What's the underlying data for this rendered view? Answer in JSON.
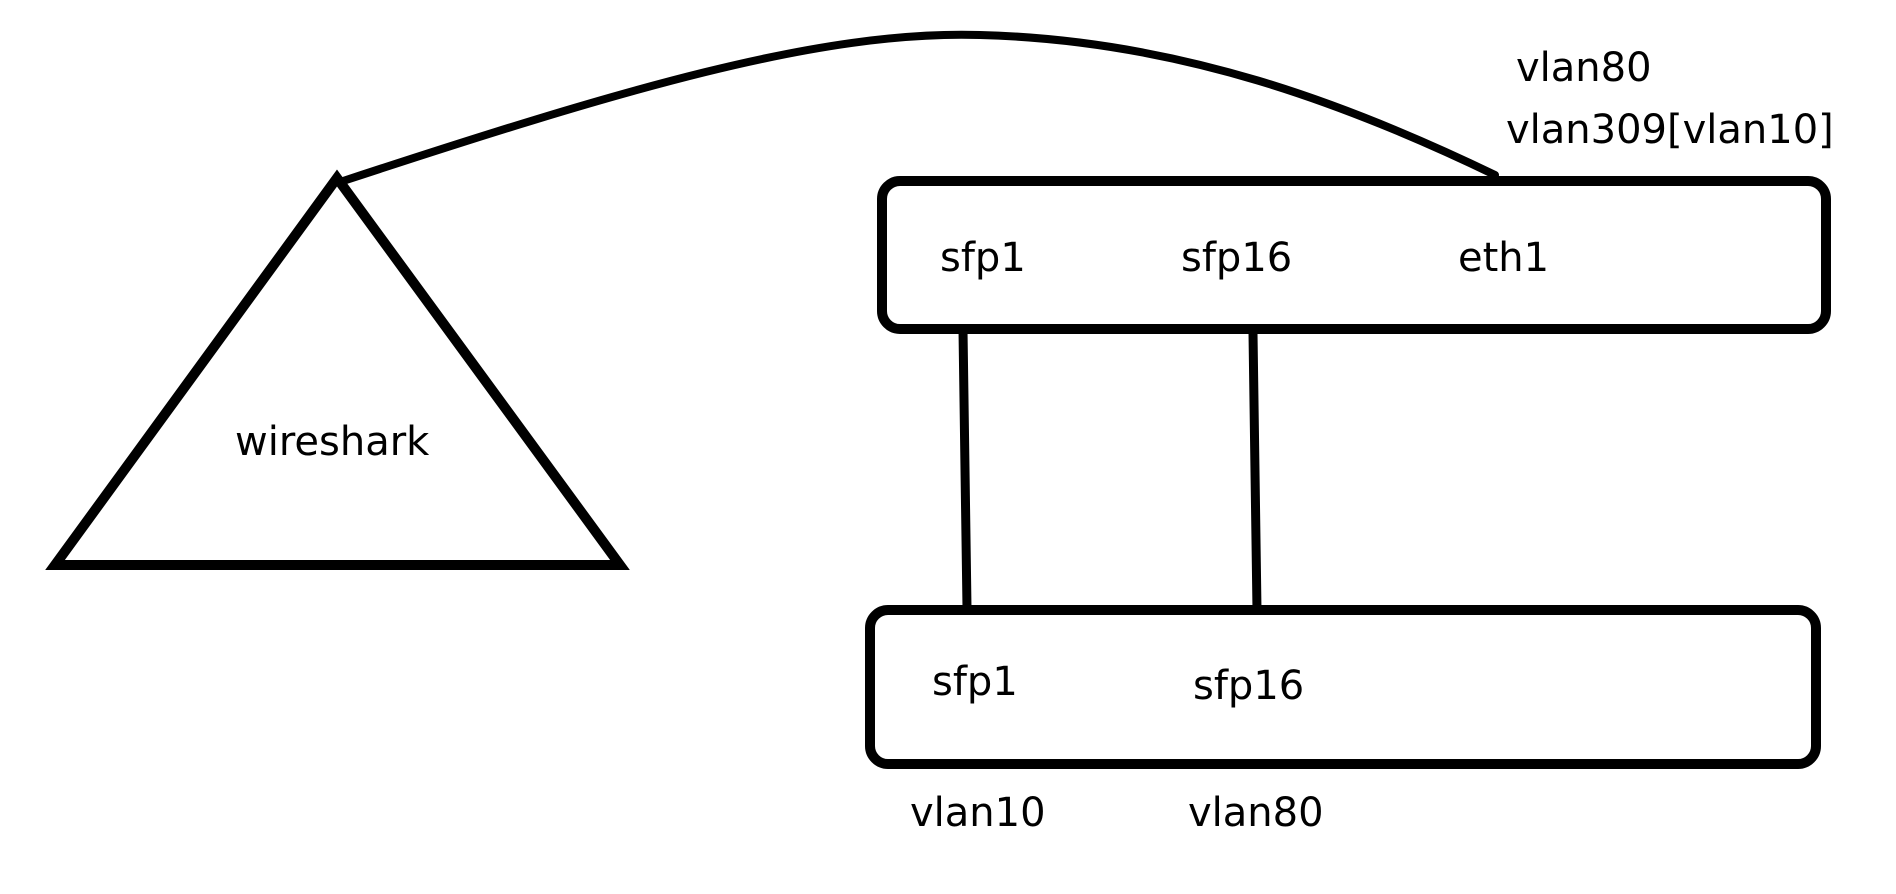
{
  "wireshark": {
    "label": "wireshark"
  },
  "top_device": {
    "ports": [
      "sfp1",
      "sfp16",
      "eth1"
    ],
    "eth1_vlans": [
      "vlan80",
      "vlan309[vlan10]"
    ]
  },
  "bottom_device": {
    "ports": [
      "sfp1",
      "sfp16"
    ],
    "port_vlans": [
      "vlan10",
      "vlan80"
    ]
  },
  "colors": {
    "stroke": "#000000",
    "background": "#ffffff"
  }
}
